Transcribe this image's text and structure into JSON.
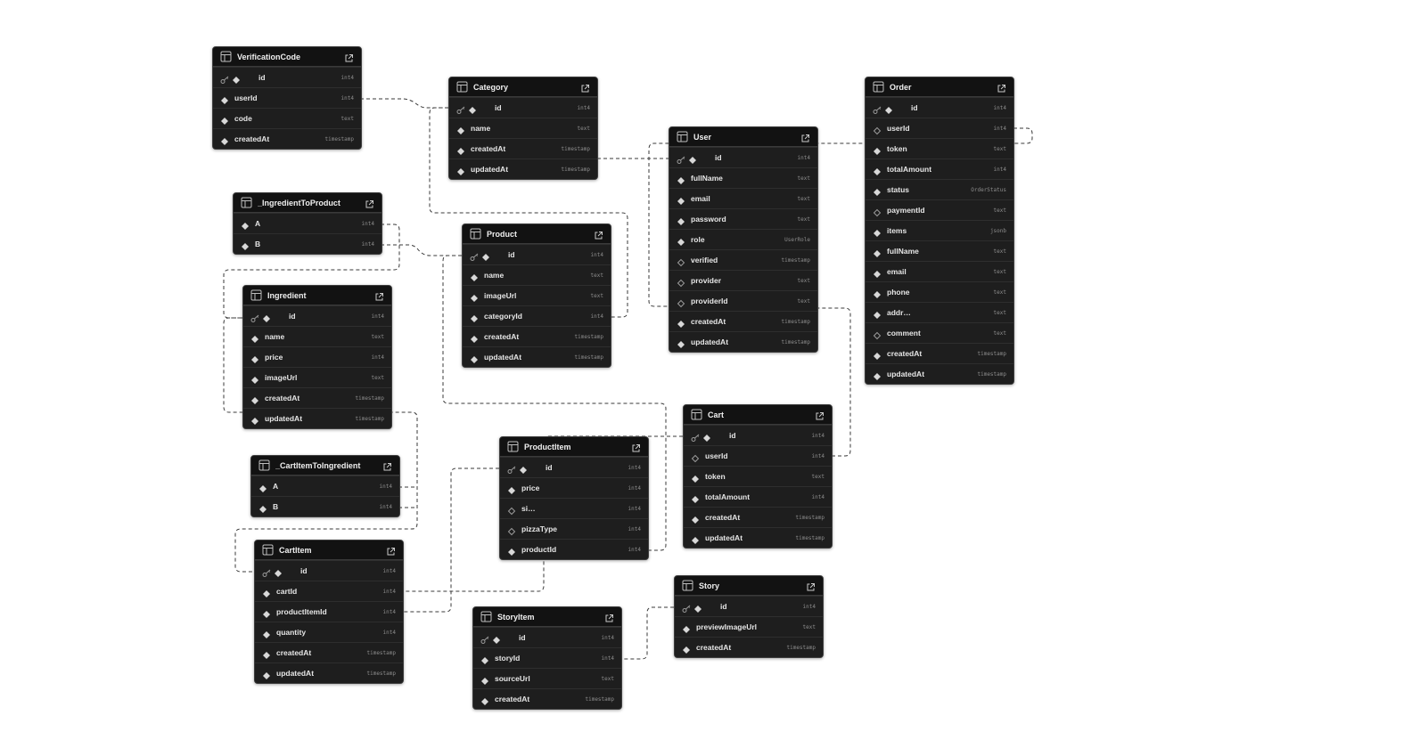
{
  "colors": {
    "canvas": "#ffffff",
    "table_bg": "#1c1c1c",
    "header_bg": "#121212",
    "connector": "#3a3a3a"
  },
  "tables": [
    {
      "id": "verificationcode",
      "name": "VerificationCode",
      "columns": [
        {
          "name": "id",
          "type": "int4",
          "pk": true,
          "nullable": false
        },
        {
          "name": "userId",
          "type": "int4",
          "pk": false,
          "nullable": false
        },
        {
          "name": "code",
          "type": "text",
          "pk": false,
          "nullable": false
        },
        {
          "name": "createdAt",
          "type": "timestamp",
          "pk": false,
          "nullable": false
        }
      ]
    },
    {
      "id": "category",
      "name": "Category",
      "columns": [
        {
          "name": "id",
          "type": "int4",
          "pk": true,
          "nullable": false
        },
        {
          "name": "name",
          "type": "text",
          "pk": false,
          "nullable": false
        },
        {
          "name": "createdAt",
          "type": "timestamp",
          "pk": false,
          "nullable": false
        },
        {
          "name": "updatedAt",
          "type": "timestamp",
          "pk": false,
          "nullable": false
        }
      ]
    },
    {
      "id": "user",
      "name": "User",
      "columns": [
        {
          "name": "id",
          "type": "int4",
          "pk": true,
          "nullable": false
        },
        {
          "name": "fullName",
          "type": "text",
          "pk": false,
          "nullable": false
        },
        {
          "name": "email",
          "type": "text",
          "pk": false,
          "nullable": false
        },
        {
          "name": "password",
          "type": "text",
          "pk": false,
          "nullable": false
        },
        {
          "name": "role",
          "type": "UserRole",
          "pk": false,
          "nullable": false
        },
        {
          "name": "verified",
          "type": "timestamp",
          "pk": false,
          "nullable": true
        },
        {
          "name": "provider",
          "type": "text",
          "pk": false,
          "nullable": true
        },
        {
          "name": "providerId",
          "type": "text",
          "pk": false,
          "nullable": true
        },
        {
          "name": "createdAt",
          "type": "timestamp",
          "pk": false,
          "nullable": false
        },
        {
          "name": "updatedAt",
          "type": "timestamp",
          "pk": false,
          "nullable": false
        }
      ]
    },
    {
      "id": "order",
      "name": "Order",
      "columns": [
        {
          "name": "id",
          "type": "int4",
          "pk": true,
          "nullable": false
        },
        {
          "name": "userId",
          "type": "int4",
          "pk": false,
          "nullable": true
        },
        {
          "name": "token",
          "type": "text",
          "pk": false,
          "nullable": false
        },
        {
          "name": "totalAmount",
          "type": "int4",
          "pk": false,
          "nullable": false
        },
        {
          "name": "status",
          "type": "OrderStatus",
          "pk": false,
          "nullable": false
        },
        {
          "name": "paymentId",
          "type": "text",
          "pk": false,
          "nullable": true
        },
        {
          "name": "items",
          "type": "jsonb",
          "pk": false,
          "nullable": false
        },
        {
          "name": "fullName",
          "type": "text",
          "pk": false,
          "nullable": false
        },
        {
          "name": "email",
          "type": "text",
          "pk": false,
          "nullable": false
        },
        {
          "name": "phone",
          "type": "text",
          "pk": false,
          "nullable": false
        },
        {
          "name": "addr…",
          "type": "text",
          "pk": false,
          "nullable": false
        },
        {
          "name": "comment",
          "type": "text",
          "pk": false,
          "nullable": true
        },
        {
          "name": "createdAt",
          "type": "timestamp",
          "pk": false,
          "nullable": false
        },
        {
          "name": "updatedAt",
          "type": "timestamp",
          "pk": false,
          "nullable": false
        }
      ]
    },
    {
      "id": "ingredienttoproduct",
      "name": "_IngredientToProduct",
      "columns": [
        {
          "name": "A",
          "type": "int4",
          "pk": false,
          "nullable": false
        },
        {
          "name": "B",
          "type": "int4",
          "pk": false,
          "nullable": false
        }
      ]
    },
    {
      "id": "product",
      "name": "Product",
      "columns": [
        {
          "name": "id",
          "type": "int4",
          "pk": true,
          "nullable": false
        },
        {
          "name": "name",
          "type": "text",
          "pk": false,
          "nullable": false
        },
        {
          "name": "imageUrl",
          "type": "text",
          "pk": false,
          "nullable": false
        },
        {
          "name": "categoryId",
          "type": "int4",
          "pk": false,
          "nullable": false
        },
        {
          "name": "createdAt",
          "type": "timestamp",
          "pk": false,
          "nullable": false
        },
        {
          "name": "updatedAt",
          "type": "timestamp",
          "pk": false,
          "nullable": false
        }
      ]
    },
    {
      "id": "ingredient",
      "name": "Ingredient",
      "columns": [
        {
          "name": "id",
          "type": "int4",
          "pk": true,
          "nullable": false
        },
        {
          "name": "name",
          "type": "text",
          "pk": false,
          "nullable": false
        },
        {
          "name": "price",
          "type": "int4",
          "pk": false,
          "nullable": false
        },
        {
          "name": "imageUrl",
          "type": "text",
          "pk": false,
          "nullable": false
        },
        {
          "name": "createdAt",
          "type": "timestamp",
          "pk": false,
          "nullable": false
        },
        {
          "name": "updatedAt",
          "type": "timestamp",
          "pk": false,
          "nullable": false
        }
      ]
    },
    {
      "id": "cart",
      "name": "Cart",
      "columns": [
        {
          "name": "id",
          "type": "int4",
          "pk": true,
          "nullable": false
        },
        {
          "name": "userId",
          "type": "int4",
          "pk": false,
          "nullable": true
        },
        {
          "name": "token",
          "type": "text",
          "pk": false,
          "nullable": false
        },
        {
          "name": "totalAmount",
          "type": "int4",
          "pk": false,
          "nullable": false
        },
        {
          "name": "createdAt",
          "type": "timestamp",
          "pk": false,
          "nullable": false
        },
        {
          "name": "updatedAt",
          "type": "timestamp",
          "pk": false,
          "nullable": false
        }
      ]
    },
    {
      "id": "productitem",
      "name": "ProductItem",
      "columns": [
        {
          "name": "id",
          "type": "int4",
          "pk": true,
          "nullable": false
        },
        {
          "name": "price",
          "type": "int4",
          "pk": false,
          "nullable": false
        },
        {
          "name": "si…",
          "type": "int4",
          "pk": false,
          "nullable": true
        },
        {
          "name": "pizzaType",
          "type": "int4",
          "pk": false,
          "nullable": true
        },
        {
          "name": "productId",
          "type": "int4",
          "pk": false,
          "nullable": false
        }
      ]
    },
    {
      "id": "cartitemtoingredient",
      "name": "_CartItemToIngredient",
      "columns": [
        {
          "name": "A",
          "type": "int4",
          "pk": false,
          "nullable": false
        },
        {
          "name": "B",
          "type": "int4",
          "pk": false,
          "nullable": false
        }
      ]
    },
    {
      "id": "cartitem",
      "name": "CartItem",
      "columns": [
        {
          "name": "id",
          "type": "int4",
          "pk": true,
          "nullable": false
        },
        {
          "name": "cartId",
          "type": "int4",
          "pk": false,
          "nullable": false
        },
        {
          "name": "productItemId",
          "type": "int4",
          "pk": false,
          "nullable": false
        },
        {
          "name": "quantity",
          "type": "int4",
          "pk": false,
          "nullable": false
        },
        {
          "name": "createdAt",
          "type": "timestamp",
          "pk": false,
          "nullable": false
        },
        {
          "name": "updatedAt",
          "type": "timestamp",
          "pk": false,
          "nullable": false
        }
      ]
    },
    {
      "id": "story",
      "name": "Story",
      "columns": [
        {
          "name": "id",
          "type": "int4",
          "pk": true,
          "nullable": false
        },
        {
          "name": "previewImageUrl",
          "type": "text",
          "pk": false,
          "nullable": false
        },
        {
          "name": "createdAt",
          "type": "timestamp",
          "pk": false,
          "nullable": false
        }
      ]
    },
    {
      "id": "storyitem",
      "name": "StoryItem",
      "columns": [
        {
          "name": "id",
          "type": "int4",
          "pk": true,
          "nullable": false
        },
        {
          "name": "storyId",
          "type": "int4",
          "pk": false,
          "nullable": false
        },
        {
          "name": "sourceUrl",
          "type": "text",
          "pk": false,
          "nullable": false
        },
        {
          "name": "createdAt",
          "type": "timestamp",
          "pk": false,
          "nullable": false
        }
      ]
    }
  ]
}
